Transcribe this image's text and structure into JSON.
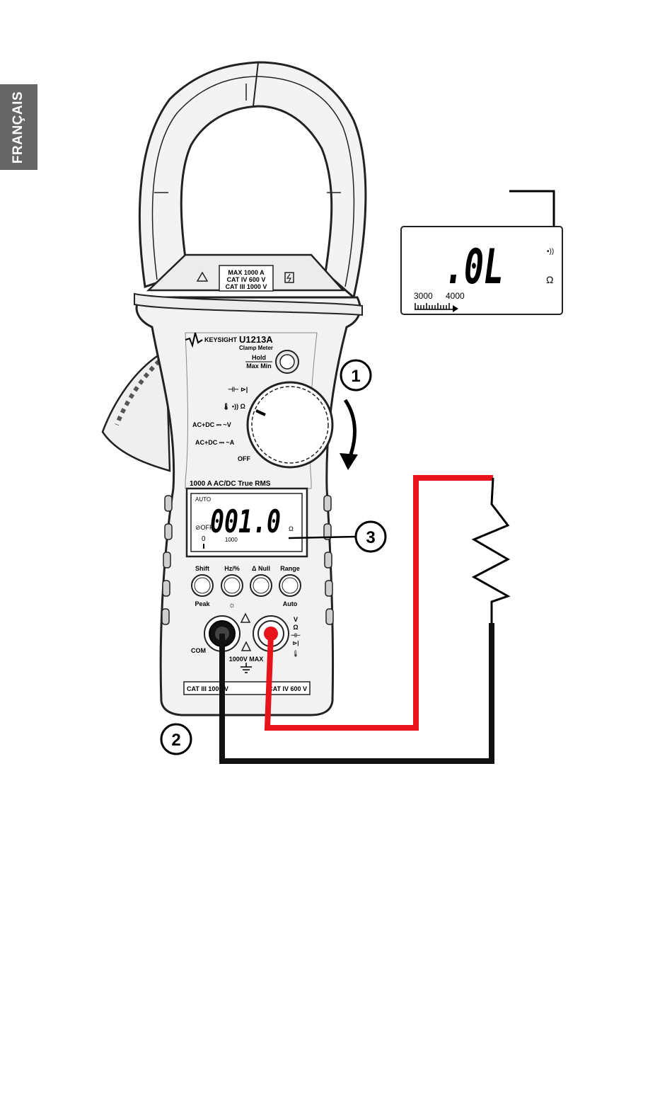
{
  "tab": {
    "language": "FRANÇAIS"
  },
  "meter": {
    "brand": "KEYSIGHT",
    "model": "U1213A",
    "subtitle": "Clamp Meter",
    "hold_label": "Hold",
    "maxmin_label": "Max Min",
    "jaw_rating": [
      "MAX 1000 A",
      "CAT IV 600 V",
      "CAT III 1000 V"
    ],
    "dial_positions": [
      "⊣⊢ ⊳|",
      "🌡 •)) Ω",
      "AC+DC ⎓ ~V",
      "AC+DC ⎓ ~A",
      "OFF"
    ],
    "front_label": "1000 A AC/DC True RMS",
    "display": {
      "mode": "AUTO",
      "reading": "001.0",
      "unit": "Ω",
      "apo": "⊘OFF",
      "bar_start": "0",
      "bar_end": "1000"
    },
    "buttons": [
      {
        "top": "Shift",
        "bottom": "Peak"
      },
      {
        "top": "Hz/%",
        "bottom": "☼"
      },
      {
        "top": "Δ Null",
        "bottom": ""
      },
      {
        "top": "Range",
        "bottom": "Auto"
      }
    ],
    "com_label": "COM",
    "jack_symbols": [
      "V",
      "Ω",
      "⊣⊢",
      "⊳|",
      "🌡"
    ],
    "max_voltage": "1000V MAX",
    "cat_left": "CAT III 1000 V",
    "cat_right": "CAT IV 600 V"
  },
  "inset_display": {
    "reading": ".0L",
    "unit": "Ω",
    "buzzer": "•))",
    "bar_start": "3000",
    "bar_end": "4000"
  },
  "callouts": [
    "1",
    "2",
    "3"
  ],
  "colors": {
    "red_lead": "#e8141b",
    "black_lead": "#111111",
    "tab_bg": "#666666"
  }
}
